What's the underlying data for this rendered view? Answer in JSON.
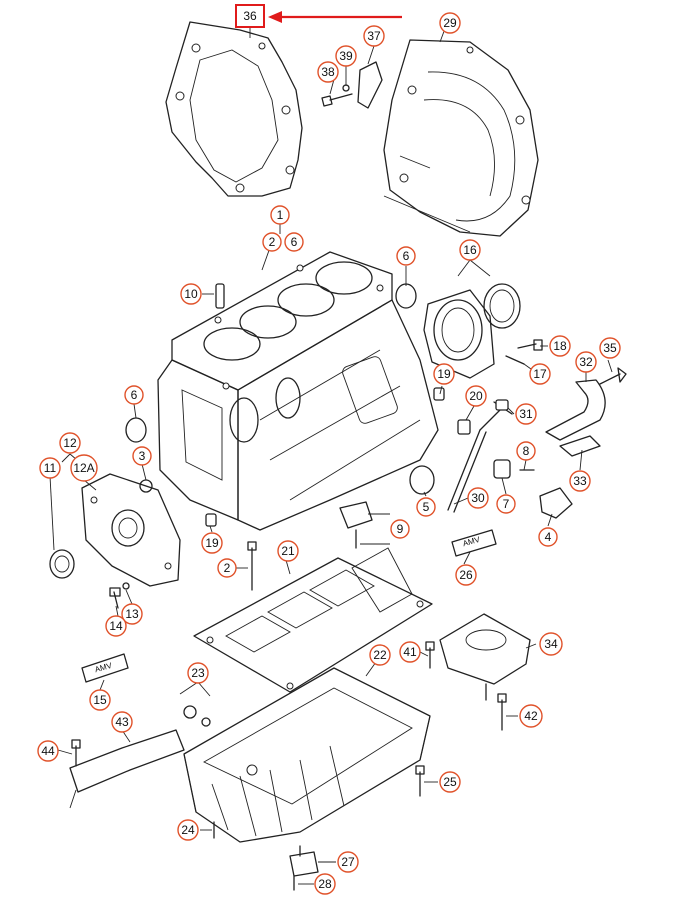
{
  "highlighted_part": "36",
  "accent_color": "#e01b1b",
  "callout_color": "#e0522a",
  "callouts": {
    "c36": "36",
    "c38": "38",
    "c39": "39",
    "c37": "37",
    "c29": "29",
    "c1": "1",
    "c2a": "2",
    "c6a": "6",
    "c6b": "6",
    "c16": "16",
    "c10": "10",
    "c18": "18",
    "c35": "35",
    "c32": "32",
    "c17": "17",
    "c19a": "19",
    "c20": "20",
    "c31": "31",
    "c6c": "6",
    "c12": "12",
    "c11": "11",
    "c12a": "12A",
    "c3": "3",
    "c8": "8",
    "c33": "33",
    "c7": "7",
    "c30": "30",
    "c5": "5",
    "c9": "9",
    "c4": "4",
    "c19b": "19",
    "c2b": "2",
    "c21": "21",
    "c26": "26",
    "c13": "13",
    "c14": "14",
    "c34": "34",
    "c41": "41",
    "c22": "22",
    "c15": "15",
    "c23": "23",
    "c42": "42",
    "c43": "43",
    "c44": "44",
    "c25": "25",
    "c24": "24",
    "c27": "27",
    "c28": "28"
  },
  "labels": {
    "amv_tube_1": "AMV",
    "amv_tube_2": "AMV"
  }
}
